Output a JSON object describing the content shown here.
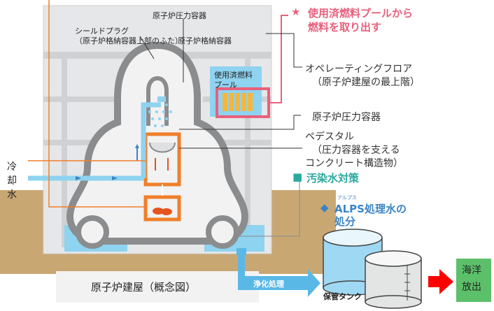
{
  "labels": {
    "rpv_top": "原子炉圧力容器",
    "shield_plug_line1": "シールドプラグ",
    "shield_plug_line2": "（原子炉格納容器上部のふた）",
    "pcv": "原子炉格納容器",
    "pool_line1": "使用済燃料",
    "pool_line2": "プール",
    "fuel_removal_line1": "使用済燃料プールから",
    "fuel_removal_line2": "燃料を取り出す",
    "operating_floor_line1": "オペレーティングフロア",
    "operating_floor_line2": "（原子炉建屋の最上階）",
    "rpv_right": "原子炉圧力容器",
    "pedestal_line1": "ペデスタル",
    "pedestal_line2": "（圧力容器を支える",
    "pedestal_line3": "コンクリート構造物）",
    "contaminated_water": "汚染水対策",
    "alps_ruby": "アルプス",
    "alps_line1": "ALPS処理水の",
    "alps_line2": "処分",
    "cooling_water_1": "冷",
    "cooling_water_2": "却",
    "cooling_water_3": "水",
    "building_caption": "原子炉建屋（概念図）",
    "purification": "浄化処理",
    "storage_tank": "保管タンク",
    "ocean_line1": "海洋",
    "ocean_line2": "放出"
  },
  "icons": {
    "star": "★",
    "square": "■",
    "diamond": "◆"
  },
  "colors": {
    "building_gray": "#d9dadb",
    "containment_gray": "#8a8c8e",
    "water_blue": "#8ed3f0",
    "ground_brown": "#c9a773",
    "orange": "#f07f2a",
    "pink": "#e8607c",
    "teal": "#29a9a0",
    "alps_blue": "#3b84c4",
    "arrow_red": "#ff0000",
    "ocean_green": "#5cc06a"
  }
}
